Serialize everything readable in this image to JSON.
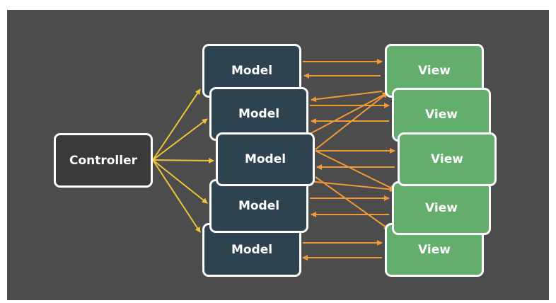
{
  "diagram": {
    "controller": {
      "label": "Controller"
    },
    "models": [
      {
        "label": "Model"
      },
      {
        "label": "Model"
      },
      {
        "label": "Model"
      },
      {
        "label": "Model"
      },
      {
        "label": "Model"
      }
    ],
    "views": [
      {
        "label": "View"
      },
      {
        "label": "View"
      },
      {
        "label": "View"
      },
      {
        "label": "View"
      },
      {
        "label": "View"
      }
    ],
    "colors": {
      "background": "#4d4c4d",
      "controller_fill": "#3a3839",
      "model_fill": "#2d4350",
      "view_fill": "#63ad6d",
      "box_border": "#ffffff",
      "controller_arrows": "#f0c23a",
      "model_view_arrows": "#f09a3a"
    }
  }
}
